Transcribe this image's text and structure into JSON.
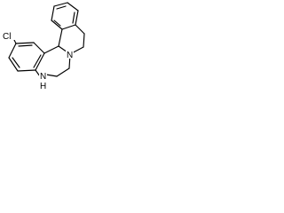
{
  "structure": {
    "atom_labels": {
      "chlorine": "Cl",
      "nitrogen_amine": "N",
      "hydrogen_amine": "H",
      "nitrogen_ring": "N"
    }
  }
}
